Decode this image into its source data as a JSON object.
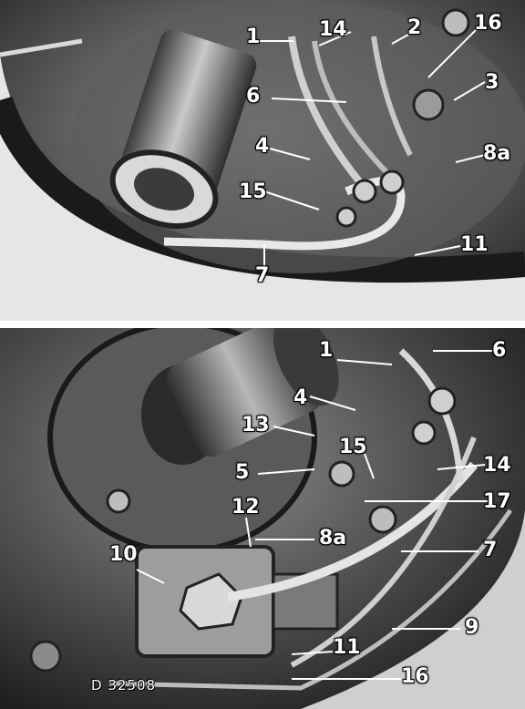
{
  "top_callouts": [
    "1",
    "14",
    "2",
    "16",
    "3",
    "6",
    "4",
    "8a",
    "15",
    "11",
    "7"
  ],
  "bottom_callouts": [
    "1",
    "6",
    "4",
    "13",
    "15",
    "14",
    "5",
    "17",
    "12",
    "8a",
    "7",
    "10",
    "9",
    "11",
    "16"
  ],
  "reference_code": "D 32508",
  "colors": {
    "dark": "#1c1c1c",
    "mid": "#6e6e6e",
    "light": "#d8d8d8",
    "label": "#ffffff"
  }
}
